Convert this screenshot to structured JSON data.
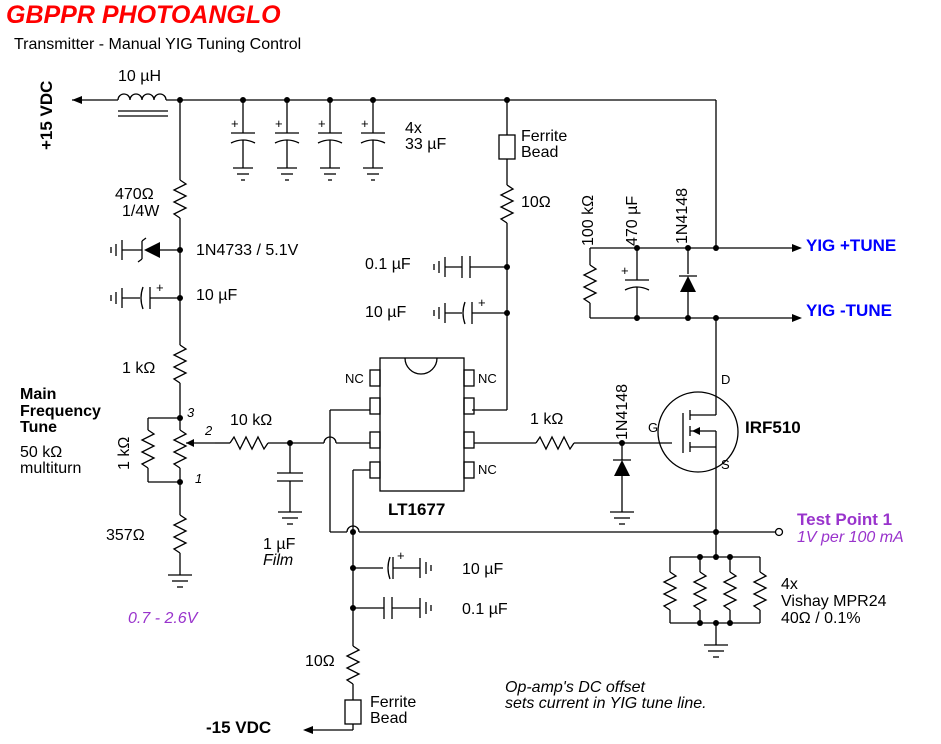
{
  "header": {
    "title": "GBPPR PHOTOANGLO",
    "subtitle": "Transmitter - Manual YIG Tuning Control"
  },
  "power": {
    "positive": "+15 VDC",
    "negative": "-15 VDC"
  },
  "components": {
    "inductor": "10 µH",
    "resistor_470": "470Ω",
    "resistor_470_power": "1/4W",
    "zener": "1N4733 / 5.1V",
    "cap_10uF_left": "10 µF",
    "resistor_1k_upper": "1 kΩ",
    "pot_label_1": "Main",
    "pot_label_2": "Frequency",
    "pot_label_3": "Tune",
    "pot_value": "50 kΩ",
    "pot_type": "multiturn",
    "pot_parallel_r": "1 kΩ",
    "pot_pin_1": "1",
    "pot_pin_2": "2",
    "pot_pin_3": "3",
    "resistor_357": "357Ω",
    "voltage_range": "0.7 - 2.6V",
    "resistor_10k": "10 kΩ",
    "cap_film_value": "1 µF",
    "cap_film_type": "Film",
    "bulk_caps_count": "4x",
    "bulk_caps_value": "33 µF",
    "ferrite_top_1": "Ferrite",
    "ferrite_top_2": "Bead",
    "resistor_10_top": "10Ω",
    "cap_01uF_top": "0.1 µF",
    "cap_10uF_top": "10 µF",
    "opamp": "LT1677",
    "nc_1": "NC",
    "nc_2": "NC",
    "nc_3": "NC",
    "resistor_1k_gate": "1 kΩ",
    "diode_gate": "1N4148",
    "mosfet": "IRF510",
    "mosfet_g": "G",
    "mosfet_d": "D",
    "mosfet_s": "S",
    "resistor_100k": "100 kΩ",
    "cap_470uF": "470 µF",
    "diode_yig": "1N4148",
    "yig_plus": "YIG +TUNE",
    "yig_minus": "YIG -TUNE",
    "test_point": "Test Point 1",
    "test_point_scale": "1V per 100 mA",
    "sense_count": "4x",
    "sense_part": "Vishay MPR24",
    "sense_value": "40Ω / 0.1%",
    "cap_10uF_bottom": "10 µF",
    "cap_01uF_bottom": "0.1 µF",
    "resistor_10_bottom": "10Ω",
    "ferrite_bottom_1": "Ferrite",
    "ferrite_bottom_2": "Bead",
    "note_1": "Op-amp's DC offset",
    "note_2": "sets current in YIG tune line."
  },
  "colors": {
    "title": "#ff0000",
    "signal_labels": "#0000ff",
    "annotations": "#9933cc",
    "wires": "#000000"
  }
}
